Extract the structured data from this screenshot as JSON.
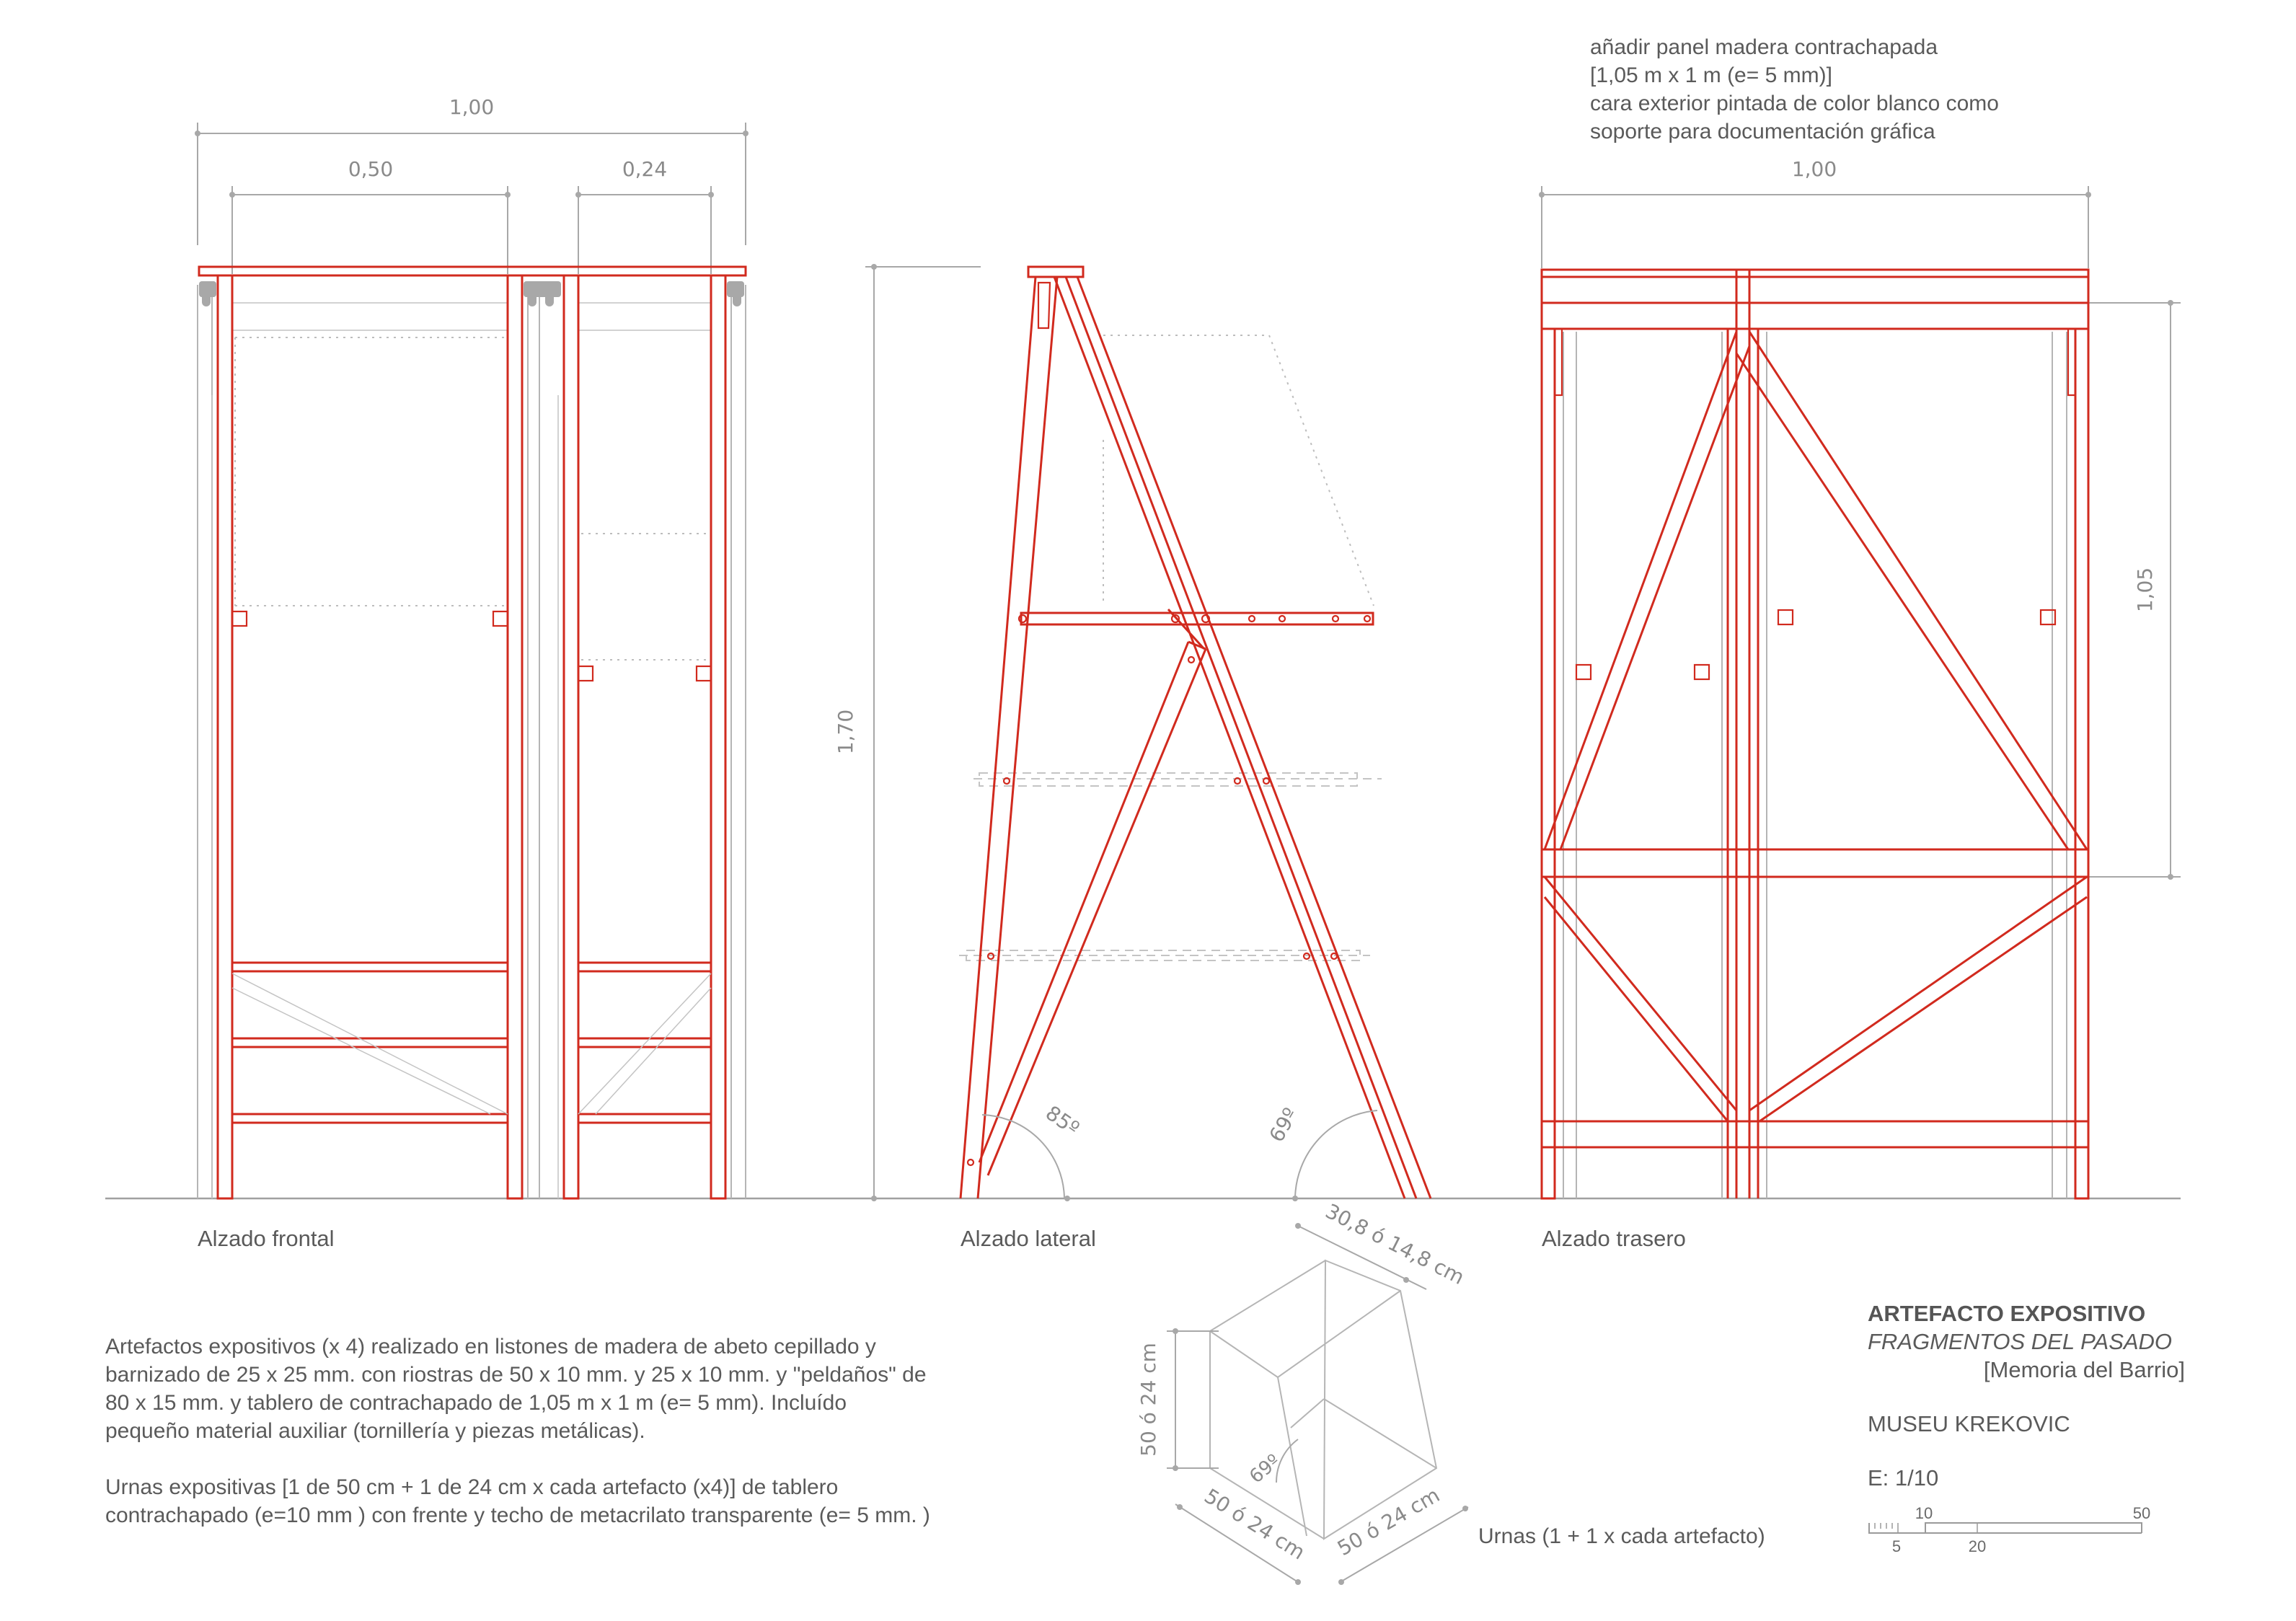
{
  "drawing": {
    "note_top": [
      "añadir panel madera contrachapada",
      "[1,05 m x 1 m (e=  5 mm)]",
      "cara exterior pintada de color blanco como",
      "soporte para documentación gráfica"
    ],
    "dims": {
      "front_total": "1,00",
      "front_a": "0,50",
      "front_b": "0,24",
      "side_height": "1,70",
      "back_total": "1,00",
      "back_height": "1,05",
      "angle_left": "85º",
      "angle_right": "69º"
    },
    "view_labels": {
      "front": "Alzado frontal",
      "side": "Alzado lateral",
      "back": "Alzado trasero"
    },
    "description": [
      [
        "Artefactos expositivos (x 4) realizado en listones de madera de abeto cepillado y",
        "barnizado de 25 x 25 mm. con riostras de 50 x 10 mm. y 25 x 10 mm. y \"peldaños\" de",
        "80 x 15 mm. y tablero de contrachapado de 1,05 m x 1 m (e=  5 mm). Incluído",
        "pequeño material auxiliar (tornillería y piezas metálicas)."
      ],
      [
        "Urnas expositivas [1 de 50 cm + 1 de 24 cm x cada artefacto (x4)] de tablero",
        "contrachapado (e=10 mm ) con frente y techo de metacrilato transparente (e= 5 mm. )"
      ]
    ],
    "urn": {
      "dim_top": "30,8  ó  14,8  cm",
      "dim_left": "50  ó  24  cm",
      "dim_bottom_left": "50  ó  24  cm",
      "dim_bottom_right": "50  ó  24  cm",
      "angle": "69º",
      "label": "Urnas (1 + 1 x cada artefacto)"
    },
    "title_block": {
      "title": "ARTEFACTO EXPOSITIVO",
      "subtitle": "FRAGMENTOS DEL PASADO",
      "subtitle2": "[Memoria del Barrio]",
      "museum": "MUSEU KREKOVIC",
      "scale": "E: 1/10",
      "scale_ticks": [
        "10",
        "50",
        "5",
        "20"
      ]
    },
    "colors": {
      "frame": "#d12a1e",
      "text": "#5a5a5a",
      "dimension": "#8a8a8a"
    }
  }
}
